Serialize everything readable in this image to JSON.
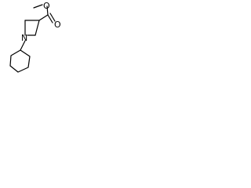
{
  "molecule": {
    "atoms": {
      "methyl_label": "O",
      "carbonyl_oxygen_label": "O",
      "nitrogen_label": "N"
    },
    "colors": {
      "bond": "#000000",
      "background": "#ffffff"
    }
  }
}
